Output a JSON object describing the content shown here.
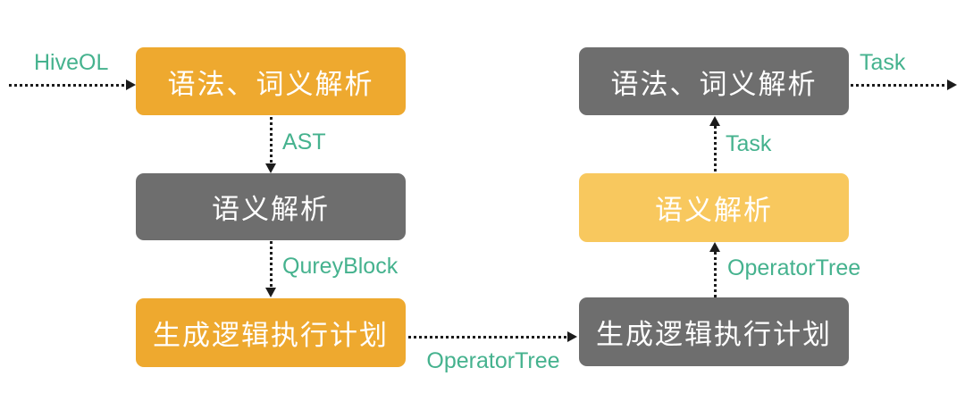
{
  "diagram": {
    "colors": {
      "orange": "#EEA92F",
      "yellow": "#F8C85E",
      "gray": "#6E6E6E",
      "label": "#45B28E",
      "arrow": "#1C1C1C",
      "node_text": "#FFFFFF",
      "bg": "#FFFFFF"
    },
    "nodes": [
      {
        "id": "parse-left",
        "label": "语法、词义解析",
        "style": "orange"
      },
      {
        "id": "semantic-left",
        "label": "语义解析",
        "style": "gray"
      },
      {
        "id": "logical-plan-left",
        "label": "生成逻辑执行计划",
        "style": "orange"
      },
      {
        "id": "parse-right",
        "label": "语法、词义解析",
        "style": "gray"
      },
      {
        "id": "semantic-right",
        "label": "语义解析",
        "style": "yellow"
      },
      {
        "id": "logical-plan-right",
        "label": "生成逻辑执行计划",
        "style": "gray"
      }
    ],
    "edges": [
      {
        "id": "input-hiveol",
        "label": "HiveOL"
      },
      {
        "id": "l1-l2-ast",
        "label": "AST"
      },
      {
        "id": "l2-l3-qureyblock",
        "label": "QureyBlock"
      },
      {
        "id": "l3-r3-operatortree",
        "label": "OperatorTree"
      },
      {
        "id": "r3-r2-operatortree",
        "label": "OperatorTree"
      },
      {
        "id": "r2-r1-task",
        "label": "Task"
      },
      {
        "id": "r1-output-task",
        "label": "Task"
      }
    ]
  }
}
